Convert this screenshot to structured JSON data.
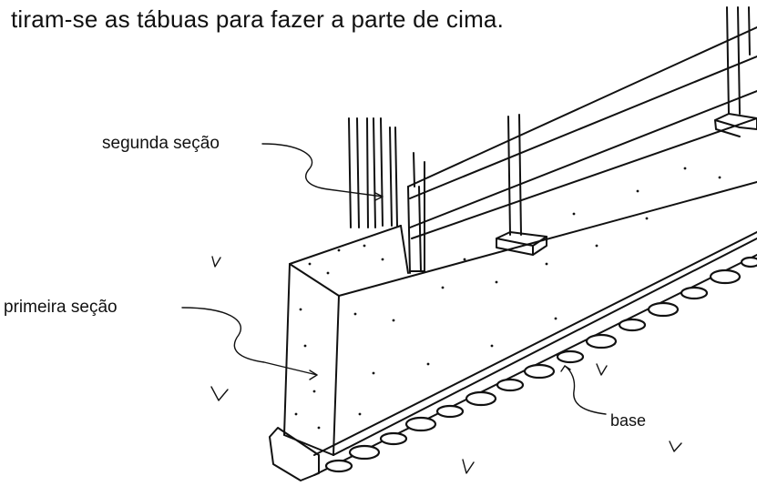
{
  "caption": "tiram-se as tábuas para fazer a parte de cima.",
  "labels": {
    "segunda": "segunda seção",
    "primeira": "primeira seção",
    "base": "base"
  }
}
